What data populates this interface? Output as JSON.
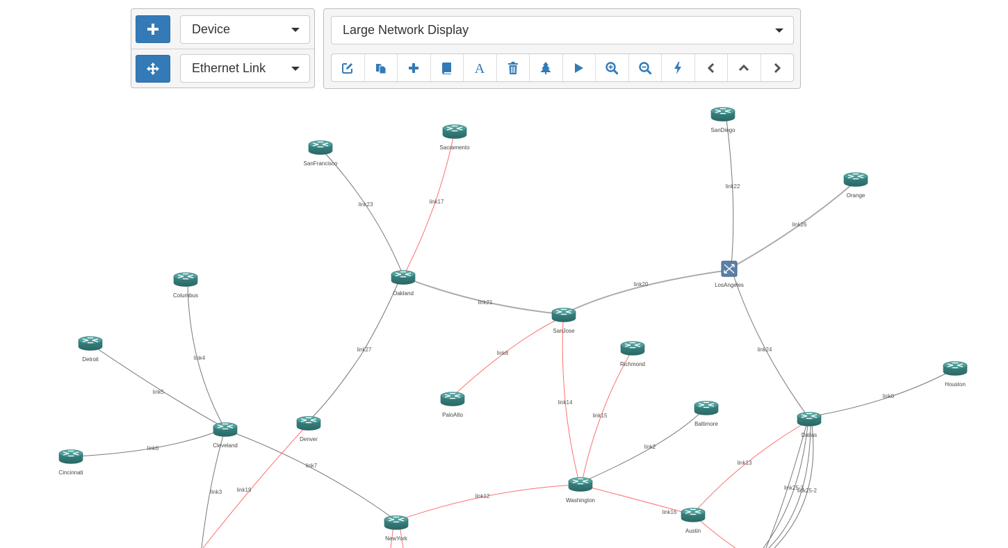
{
  "device_palette": {
    "add_button": "add-icon",
    "device_select": {
      "value": "Device"
    },
    "move_button": "move-icon",
    "link_select": {
      "value": "Ethernet Link"
    }
  },
  "display": {
    "layout_select": {
      "value": "Large Network Display"
    },
    "toolbar": [
      {
        "name": "edit-button",
        "icon": "edit-icon"
      },
      {
        "name": "copy-button",
        "icon": "copy-icon"
      },
      {
        "name": "add-button",
        "icon": "plus-icon"
      },
      {
        "name": "book-button",
        "icon": "book-icon"
      },
      {
        "name": "text-button",
        "icon": "font-icon"
      },
      {
        "name": "delete-button",
        "icon": "trash-icon"
      },
      {
        "name": "tree-button",
        "icon": "tree-icon"
      },
      {
        "name": "play-button",
        "icon": "play-icon"
      },
      {
        "name": "zoom-in-button",
        "icon": "zoom-in-icon"
      },
      {
        "name": "zoom-out-button",
        "icon": "zoom-out-icon"
      },
      {
        "name": "flash-button",
        "icon": "bolt-icon"
      },
      {
        "name": "previous-button",
        "icon": "chevron-left-icon"
      },
      {
        "name": "up-button",
        "icon": "chevron-up-icon"
      },
      {
        "name": "next-button",
        "icon": "chevron-right-icon"
      }
    ]
  },
  "colors": {
    "accent": "#337ab7",
    "router": "#3f8f8c",
    "switch": "#5b7fa6",
    "link_normal": "#777777",
    "link_highlight": "#ff6f6f",
    "link_backbone": "#aaaaaa"
  },
  "network": {
    "nodes": [
      {
        "id": "SanDiego",
        "label": "SanDiego",
        "type": "router"
      },
      {
        "id": "Sacramento",
        "label": "Sacramento",
        "type": "router"
      },
      {
        "id": "SanFrancisco",
        "label": "SanFrancisco",
        "type": "router"
      },
      {
        "id": "Orange",
        "label": "Orange",
        "type": "router"
      },
      {
        "id": "LosAngeles",
        "label": "LosAngeles",
        "type": "switch"
      },
      {
        "id": "Oakland",
        "label": "Oakland",
        "type": "router"
      },
      {
        "id": "Columbus",
        "label": "Columbus",
        "type": "router"
      },
      {
        "id": "SanJose",
        "label": "SanJose",
        "type": "router"
      },
      {
        "id": "Richmond",
        "label": "Richmond",
        "type": "router"
      },
      {
        "id": "Detroit",
        "label": "Detroit",
        "type": "router"
      },
      {
        "id": "Houston",
        "label": "Houston",
        "type": "router"
      },
      {
        "id": "PaloAlto",
        "label": "PaloAlto",
        "type": "router"
      },
      {
        "id": "Baltimore",
        "label": "Baltimore",
        "type": "router"
      },
      {
        "id": "Dallas",
        "label": "Dallas",
        "type": "router"
      },
      {
        "id": "Denver",
        "label": "Denver",
        "type": "router"
      },
      {
        "id": "Cleveland",
        "label": "Cleveland",
        "type": "router"
      },
      {
        "id": "Cincinnati",
        "label": "Cincinnati",
        "type": "router"
      },
      {
        "id": "Washington",
        "label": "Washington",
        "type": "router"
      },
      {
        "id": "Austin",
        "label": "Austin",
        "type": "router"
      },
      {
        "id": "NewYork",
        "label": "NewYork",
        "type": "router"
      }
    ],
    "links": [
      {
        "label": "link22",
        "from": "SanDiego",
        "to": "LosAngeles",
        "style": "normal"
      },
      {
        "label": "link26",
        "from": "Orange",
        "to": "LosAngeles",
        "style": "backbone"
      },
      {
        "label": "link20",
        "from": "LosAngeles",
        "to": "SanJose",
        "style": "backbone"
      },
      {
        "label": "link24",
        "from": "LosAngeles",
        "to": "Dallas",
        "style": "normal"
      },
      {
        "label": "link23",
        "from": "SanFrancisco",
        "to": "Oakland",
        "style": "normal"
      },
      {
        "label": "link17",
        "from": "Sacramento",
        "to": "Oakland",
        "style": "highlight"
      },
      {
        "label": "link21",
        "from": "Oakland",
        "to": "SanJose",
        "style": "backbone"
      },
      {
        "label": "link27",
        "from": "Oakland",
        "to": "Denver",
        "style": "normal"
      },
      {
        "label": "link8",
        "from": "SanJose",
        "to": "PaloAlto",
        "style": "highlight"
      },
      {
        "label": "link14",
        "from": "SanJose",
        "to": "Washington",
        "style": "highlight"
      },
      {
        "label": "link15",
        "from": "Richmond",
        "to": "Washington",
        "style": "highlight"
      },
      {
        "label": "link4",
        "from": "Columbus",
        "to": "Cleveland",
        "style": "normal"
      },
      {
        "label": "link5",
        "from": "Detroit",
        "to": "Cleveland",
        "style": "normal"
      },
      {
        "label": "link6",
        "from": "Cincinnati",
        "to": "Cleveland",
        "style": "normal"
      },
      {
        "label": "link7",
        "from": "Cleveland",
        "to": "NewYork",
        "style": "normal"
      },
      {
        "label": "link3",
        "from": "Cleveland",
        "to": "",
        "style": "normal"
      },
      {
        "label": "link19",
        "from": "Denver",
        "to": "",
        "style": "highlight"
      },
      {
        "label": "link0",
        "from": "Dallas",
        "to": "Houston",
        "style": "normal"
      },
      {
        "label": "link2",
        "from": "Baltimore",
        "to": "Washington",
        "style": "normal"
      },
      {
        "label": "link13",
        "from": "Dallas",
        "to": "Austin",
        "style": "highlight"
      },
      {
        "label": "link12",
        "from": "NewYork",
        "to": "Washington",
        "style": "highlight"
      },
      {
        "label": "link16",
        "from": "Washington",
        "to": "Austin",
        "style": "highlight"
      },
      {
        "label": "link25-3",
        "from": "Dallas",
        "to": "",
        "style": "normal"
      },
      {
        "label": "link25-2",
        "from": "Dallas",
        "to": "",
        "style": "normal"
      }
    ]
  }
}
